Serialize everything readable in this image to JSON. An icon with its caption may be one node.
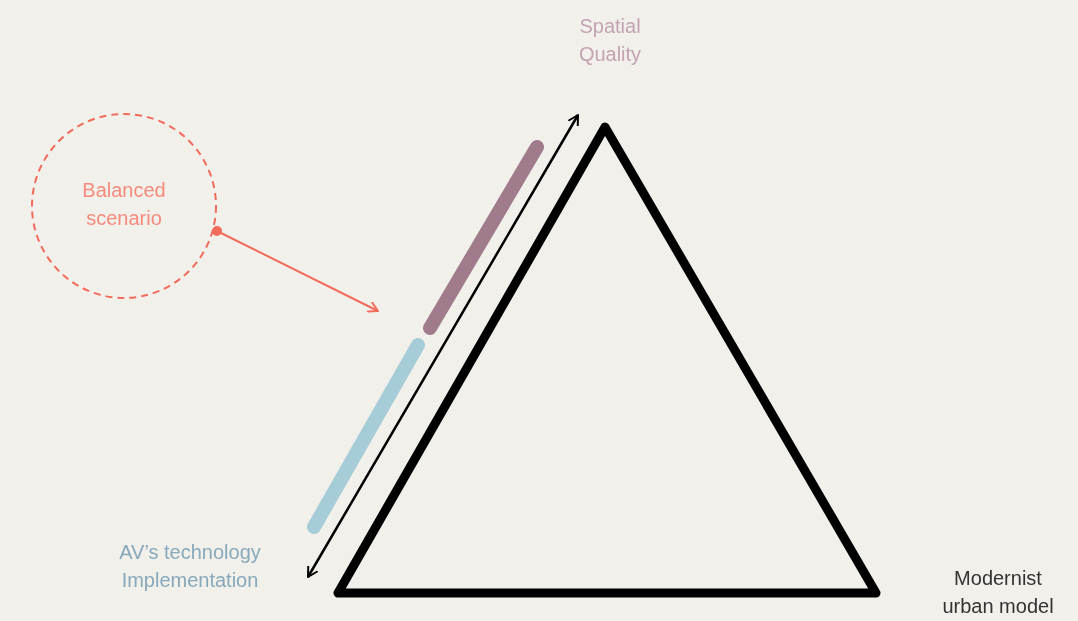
{
  "diagram": {
    "nodes": [
      {
        "text": [
          "Balanced scenario"
        ]
      },
      {
        "text": [
          "Spatial Quality"
        ]
      },
      {
        "text": [
          "AV’s technology Implementation"
        ]
      }
    ],
    "edges": [
      {
        "from": 0,
        "to": null,
        "arrow": "to",
        "color": "#f26b5b"
      },
      {
        "from": 2,
        "to": 1,
        "arrow": "both",
        "color": "#000000"
      }
    ],
    "labels": [
      "Modernist urban model"
    ]
  }
}
